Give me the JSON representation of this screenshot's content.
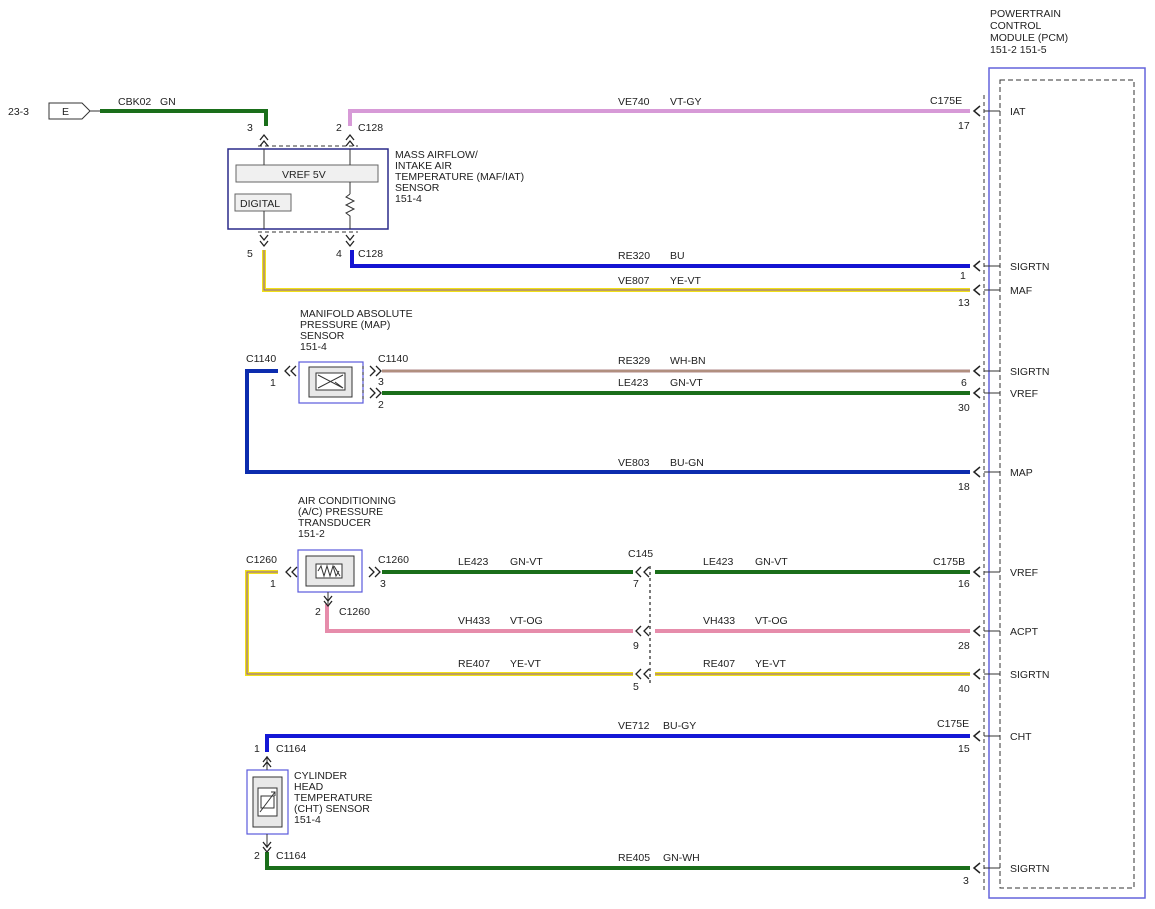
{
  "colors": {
    "GN": "#1a6e1a",
    "VT-GY": "#d79ad7",
    "BU": "#1414d2",
    "YE-VT": "#f0e018",
    "WH-BN": "#d8c4c4",
    "GN-VT": "#1a6e1a",
    "BU-GN": "#0c2cae",
    "VT-OG": "#e68cab",
    "BU-GY": "#1418d6",
    "GN-WH": "#1a6e1a",
    "module_border": "#6464dc"
  },
  "pcm": {
    "lines": [
      "POWERTRAIN",
      "CONTROL",
      "MODULE (PCM)",
      "151-2  151-5"
    ],
    "pins": {
      "iat": "IAT",
      "sigrtn1": "SIGRTN",
      "maf": "MAF",
      "sigrtn2": "SIGRTN",
      "vref1": "VREF",
      "map": "MAP",
      "vref2": "VREF",
      "acpt": "ACPT",
      "sigrtn3": "SIGRTN",
      "cht": "CHT",
      "sigrtn4": "SIGRTN"
    }
  },
  "offpage": {
    "ref": "23-3",
    "letter": "E"
  },
  "maf_sensor": {
    "lines": [
      "MASS AIRFLOW/",
      "INTAKE AIR",
      "TEMPERATURE (MAF/IAT)",
      "SENSOR",
      "151-4"
    ],
    "vref": "VREF 5V",
    "digital": "DIGITAL",
    "connector": "C128",
    "pins": {
      "p2": "2",
      "p3": "3",
      "p4": "4",
      "p5": "5"
    }
  },
  "map_sensor": {
    "lines": [
      "MANIFOLD ABSOLUTE",
      "PRESSURE (MAP)",
      "SENSOR",
      "151-4"
    ],
    "connector": "C1140",
    "pins": {
      "p1": "1",
      "p2": "2",
      "p3": "3"
    }
  },
  "ac_sensor": {
    "lines": [
      "AIR CONDITIONING",
      "(A/C) PRESSURE",
      "TRANSDUCER",
      "151-2"
    ],
    "connector": "C1260",
    "pins": {
      "p1": "1",
      "p2": "2",
      "p3": "3"
    }
  },
  "cht_sensor": {
    "lines": [
      "CYLINDER",
      "HEAD",
      "TEMPERATURE",
      "(CHT) SENSOR",
      "151-4"
    ],
    "connector": "C1164",
    "pins": {
      "p1": "1",
      "p2": "2"
    }
  },
  "connectors": {
    "c175e": "C175E",
    "c175b": "C175B",
    "c145": "C145"
  },
  "wires": {
    "cbk02": {
      "circuit": "CBK02",
      "color": "GN"
    },
    "ve740": {
      "circuit": "VE740",
      "color": "VT-GY",
      "pin": "17"
    },
    "re320": {
      "circuit": "RE320",
      "color": "BU",
      "pin": "1"
    },
    "ve807": {
      "circuit": "VE807",
      "color": "YE-VT",
      "pin": "13"
    },
    "re329": {
      "circuit": "RE329",
      "color": "WH-BN"
    },
    "le423a": {
      "circuit": "LE423",
      "color": "GN-VT",
      "pin": "6"
    },
    "ve803": {
      "circuit": "VE803",
      "color": "BU-GN",
      "pin": "30"
    },
    "map_pin": "18",
    "le423b": {
      "circuit": "LE423",
      "color": "GN-VT",
      "c145_pin": "7",
      "pin": "16"
    },
    "vh433a": {
      "circuit": "VH433",
      "color": "VT-OG"
    },
    "vh433b": {
      "circuit": "VH433",
      "color": "VT-OG",
      "c145_pin": "9",
      "pin": "28"
    },
    "re407a": {
      "circuit": "RE407",
      "color": "YE-VT"
    },
    "re407b": {
      "circuit": "RE407",
      "color": "YE-VT",
      "c145_pin": "5",
      "pin": "40"
    },
    "ve712": {
      "circuit": "VE712",
      "color": "BU-GY",
      "pin": "15"
    },
    "re405": {
      "circuit": "RE405",
      "color": "GN-WH",
      "pin": "3"
    }
  }
}
